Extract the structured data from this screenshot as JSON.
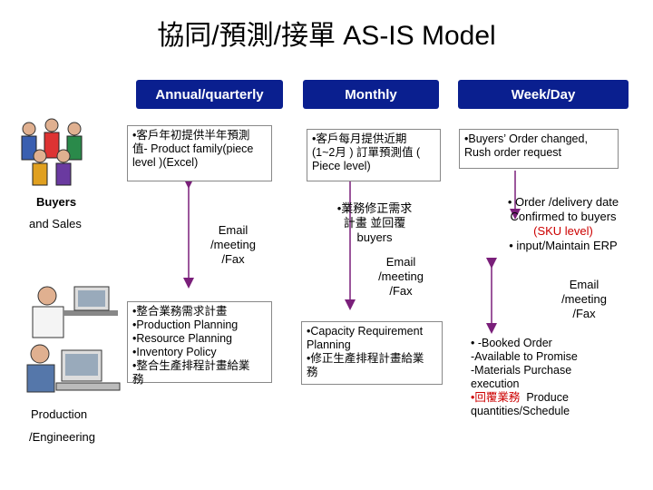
{
  "title": "協同/預測/接單 AS-IS Model",
  "headers": {
    "annual": "Annual/quarterly",
    "monthly": "Monthly",
    "weekday": "Week/Day"
  },
  "left_labels": {
    "buyers": "Buyers",
    "and_sales": "and Sales",
    "production": "Production",
    "engineering": "/Engineering"
  },
  "annual": {
    "buyer_box": [
      "•客戶年初提供半年預測",
      "值- Product family(piece",
      "level )(Excel)"
    ],
    "comm": [
      "Email",
      "/meeting",
      "/Fax"
    ],
    "prod_box": [
      "•整合業務需求計畫",
      "•Production Planning",
      "•Resource Planning",
      "•Inventory Policy",
      "•整合生產排程計畫給業",
      "務"
    ]
  },
  "monthly": {
    "buyer_box": [
      "•客戶每月提供近期",
      "(1~2月 ) 訂單預測值 (",
      "Piece level)"
    ],
    "sales_text": [
      "•業務修正需求",
      "計畫 並回覆",
      "buyers"
    ],
    "comm": [
      "Email",
      "/meeting",
      "/Fax"
    ],
    "prod_box": [
      "•Capacity Requirement",
      "Planning",
      "•修正生產排程計畫給業",
      "務"
    ]
  },
  "weekday": {
    "buyer_box": [
      "•Buyers’ Order changed,",
      "Rush order request"
    ],
    "sales_text_1": "• Order /delivery date",
    "sales_text_2": "Confirmed to buyers",
    "sales_text_red": "(SKU level)",
    "sales_text_3": "• input/Maintain ERP",
    "comm": [
      "Email",
      "/meeting",
      "/Fax"
    ],
    "prod_text": [
      "• -Booked Order",
      "-Available to Promise",
      "-Materials Purchase",
      "execution"
    ],
    "prod_text_red": "•回覆業務",
    "prod_text_tail": "Produce",
    "prod_text_last": "quantities/Schedule"
  },
  "colors": {
    "header_bg": "#0a1f8f",
    "arrow": "#7a1f7a",
    "red_text": "#cc0000"
  }
}
